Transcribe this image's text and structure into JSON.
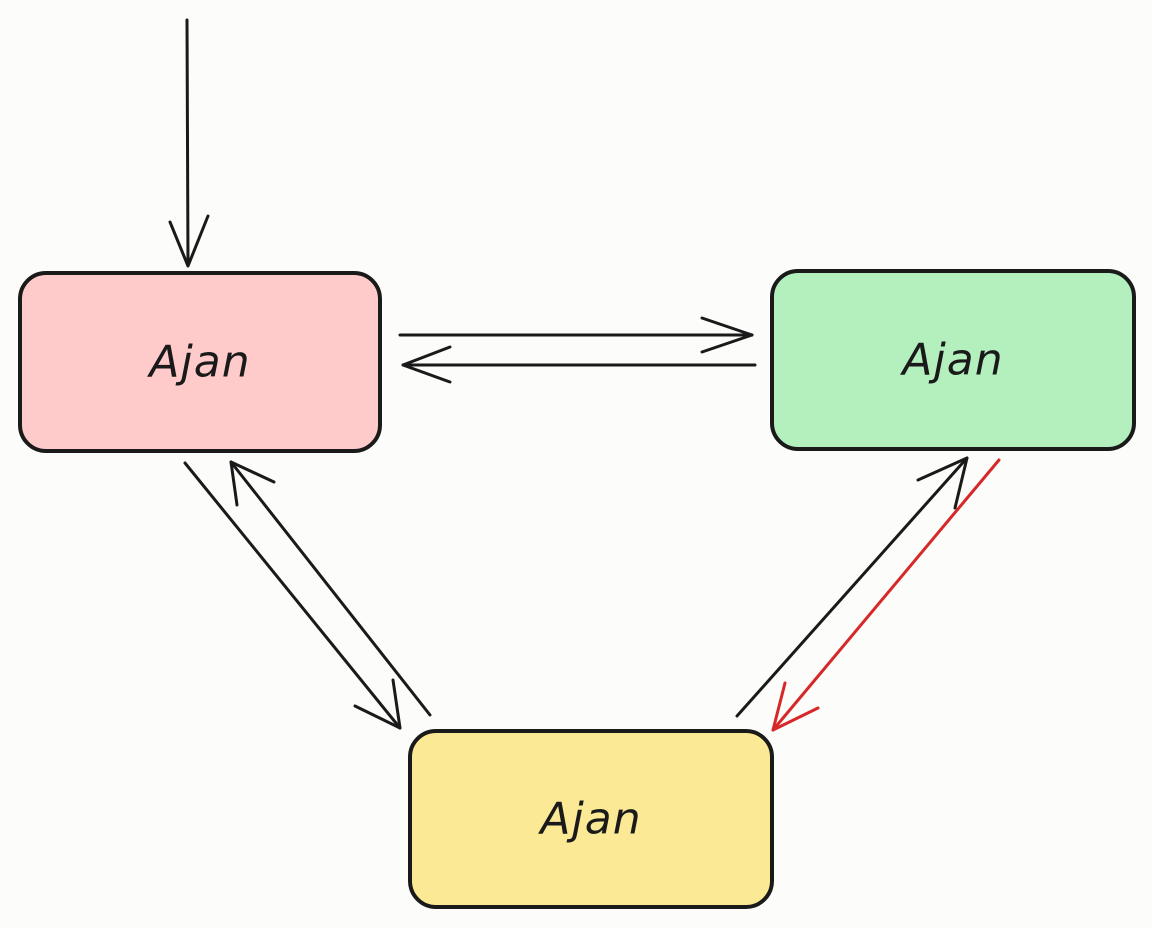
{
  "colors": {
    "stroke": "#1a1a1a",
    "highlight": "#d62828",
    "pink": "#ffcaca",
    "green": "#b3f0bd",
    "yellow": "#fbe995"
  },
  "nodes": [
    {
      "id": "pink",
      "label": "Ajan",
      "fill": "#ffcaca"
    },
    {
      "id": "green",
      "label": "Ajan",
      "fill": "#b3f0bd"
    },
    {
      "id": "yellow",
      "label": "Ajan",
      "fill": "#fbe995"
    }
  ],
  "edges": [
    {
      "from": "entry",
      "to": "pink",
      "color": "#1a1a1a"
    },
    {
      "from": "pink",
      "to": "green",
      "color": "#1a1a1a"
    },
    {
      "from": "green",
      "to": "pink",
      "color": "#1a1a1a"
    },
    {
      "from": "pink",
      "to": "yellow",
      "color": "#1a1a1a"
    },
    {
      "from": "yellow",
      "to": "pink",
      "color": "#1a1a1a"
    },
    {
      "from": "yellow",
      "to": "green",
      "color": "#1a1a1a"
    },
    {
      "from": "green",
      "to": "yellow",
      "color": "#d62828"
    }
  ]
}
